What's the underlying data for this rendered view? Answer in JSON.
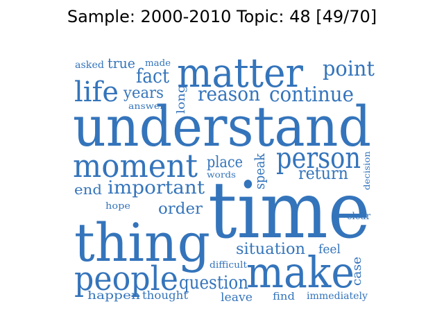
{
  "title": "Sample: 2000-2010 Topic: 48 [49/70]",
  "word_color": "#3474bb",
  "words": [
    {
      "text": "time",
      "rotated": false
    },
    {
      "text": "understand",
      "rotated": false
    },
    {
      "text": "thing",
      "rotated": false
    },
    {
      "text": "matter",
      "rotated": false
    },
    {
      "text": "make",
      "rotated": false
    },
    {
      "text": "people",
      "rotated": false
    },
    {
      "text": "moment",
      "rotated": false
    },
    {
      "text": "person",
      "rotated": false
    },
    {
      "text": "life",
      "rotated": false
    },
    {
      "text": "point",
      "rotated": false
    },
    {
      "text": "continue",
      "rotated": false
    },
    {
      "text": "reason",
      "rotated": false
    },
    {
      "text": "important",
      "rotated": false
    },
    {
      "text": "fact",
      "rotated": false
    },
    {
      "text": "question",
      "rotated": false
    },
    {
      "text": "situation",
      "rotated": false
    },
    {
      "text": "return",
      "rotated": false
    },
    {
      "text": "order",
      "rotated": false
    },
    {
      "text": "years",
      "rotated": false
    },
    {
      "text": "place",
      "rotated": false
    },
    {
      "text": "end",
      "rotated": false
    },
    {
      "text": "speak",
      "rotated": true
    },
    {
      "text": "true",
      "rotated": false
    },
    {
      "text": "long",
      "rotated": true
    },
    {
      "text": "case",
      "rotated": true
    },
    {
      "text": "feel",
      "rotated": false
    },
    {
      "text": "happen",
      "rotated": false
    },
    {
      "text": "leave",
      "rotated": false
    },
    {
      "text": "thought",
      "rotated": false
    },
    {
      "text": "find",
      "rotated": false
    },
    {
      "text": "immediately",
      "rotated": false
    },
    {
      "text": "asked",
      "rotated": false
    },
    {
      "text": "made",
      "rotated": false
    },
    {
      "text": "answer",
      "rotated": false
    },
    {
      "text": "words",
      "rotated": false
    },
    {
      "text": "hope",
      "rotated": false
    },
    {
      "text": "difficult",
      "rotated": false
    },
    {
      "text": "clear",
      "rotated": false
    },
    {
      "text": "decision",
      "rotated": true
    }
  ]
}
